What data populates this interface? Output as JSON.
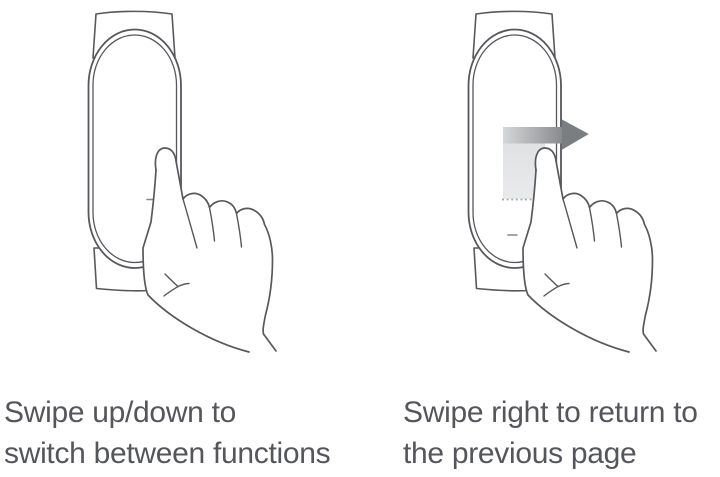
{
  "page": {
    "background_color": "#ffffff",
    "line_color": "#56585c",
    "text_color": "#54565b"
  },
  "icons": {
    "band_icon": "fitness-band-outline",
    "hand_icon": "pointing-hand-outline",
    "arrow_icon": "swipe-right-arrow"
  },
  "instructions": [
    {
      "illustration": "hand-tapping-fitness-band",
      "caption_line1": "Swipe up/down to",
      "caption_line2": "switch between functions"
    },
    {
      "illustration": "hand-swiping-right-on-fitness-band",
      "caption_line1": "Swipe right to return to",
      "caption_line2": "the previous page",
      "swipe_arrow_color": "#7b7e81",
      "swipe_trail_color": "#e3e4e6"
    }
  ]
}
